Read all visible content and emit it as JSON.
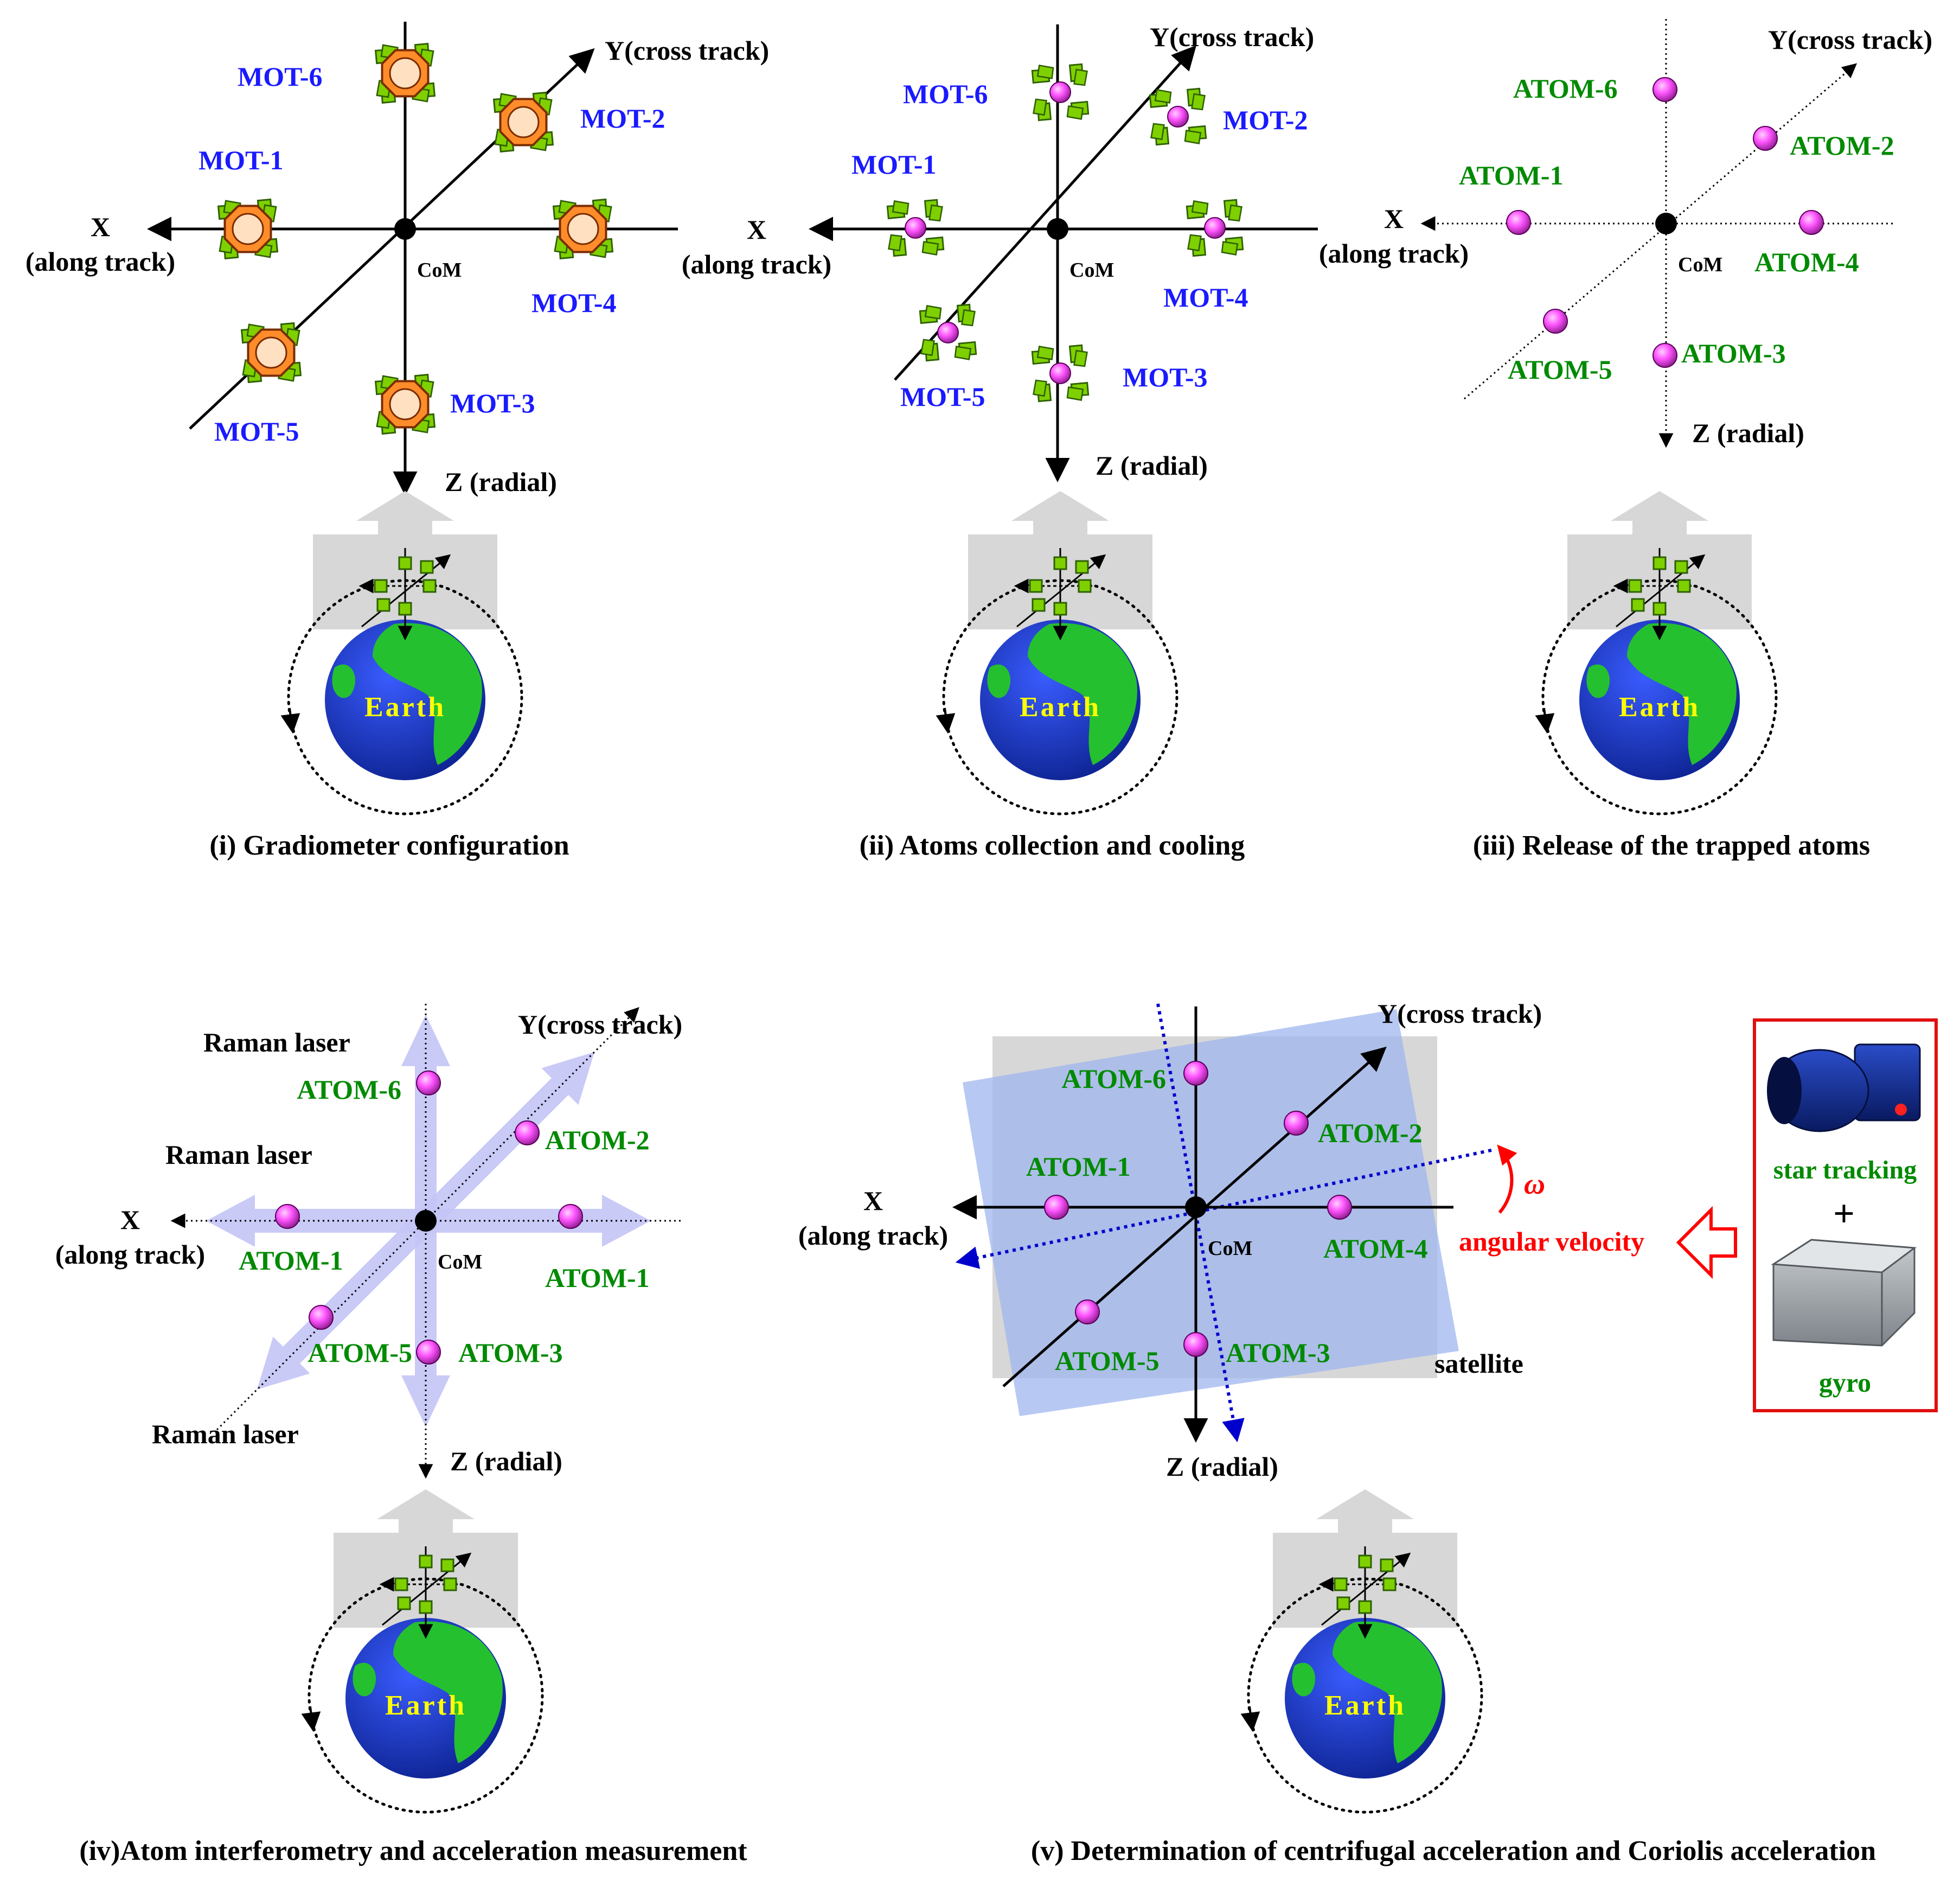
{
  "colors": {
    "mot": "#1a1aff",
    "atom": "#008a00",
    "axis": "#000000",
    "laser": "#c4c4f6",
    "satellite_box": "#d7d7d7",
    "satellite_tilt": "#9fb6ef",
    "omega": "#ff0000",
    "dotted_axis": "#0000cc",
    "earth_ocean": "#1733c4",
    "earth_land": "#25c030",
    "earth_label": "#ffff00",
    "marker": "#ff55ff",
    "mot_fill": "#ff8c2a",
    "beam": "#7fd000"
  },
  "axes": {
    "x_name": "X",
    "x_sub": "(along track)",
    "y_label": "Y(cross track)",
    "z_label": "Z (radial)",
    "com": "CoM"
  },
  "earth_label": "Earth",
  "panel1": {
    "caption": "(i) Gradiometer configuration",
    "mots": [
      "MOT-1",
      "MOT-2",
      "MOT-3",
      "MOT-4",
      "MOT-5",
      "MOT-6"
    ]
  },
  "panel2": {
    "caption": "(ii) Atoms collection and cooling",
    "mots": [
      "MOT-1",
      "MOT-2",
      "MOT-3",
      "MOT-4",
      "MOT-5",
      "MOT-6"
    ]
  },
  "panel3": {
    "caption": "(iii) Release of the trapped atoms",
    "atoms": [
      "ATOM-1",
      "ATOM-2",
      "ATOM-3",
      "ATOM-4",
      "ATOM-5",
      "ATOM-6"
    ]
  },
  "panel4": {
    "caption": "(iv)Atom interferometry and acceleration measurement",
    "raman": "Raman laser",
    "atoms": [
      "ATOM-6",
      "ATOM-2",
      "ATOM-1",
      "ATOM-1",
      "ATOM-5",
      "ATOM-3"
    ]
  },
  "panel5": {
    "caption": "(v) Determination of centrifugal acceleration and Coriolis acceleration",
    "atoms": [
      "ATOM-6",
      "ATOM-2",
      "ATOM-1",
      "ATOM-4",
      "ATOM-5",
      "ATOM-3"
    ],
    "satellite": "satellite",
    "omega": "ω",
    "angular_velocity": "angular velocity",
    "star_tracking": "star tracking",
    "plus": "+",
    "gyro": "gyro"
  }
}
